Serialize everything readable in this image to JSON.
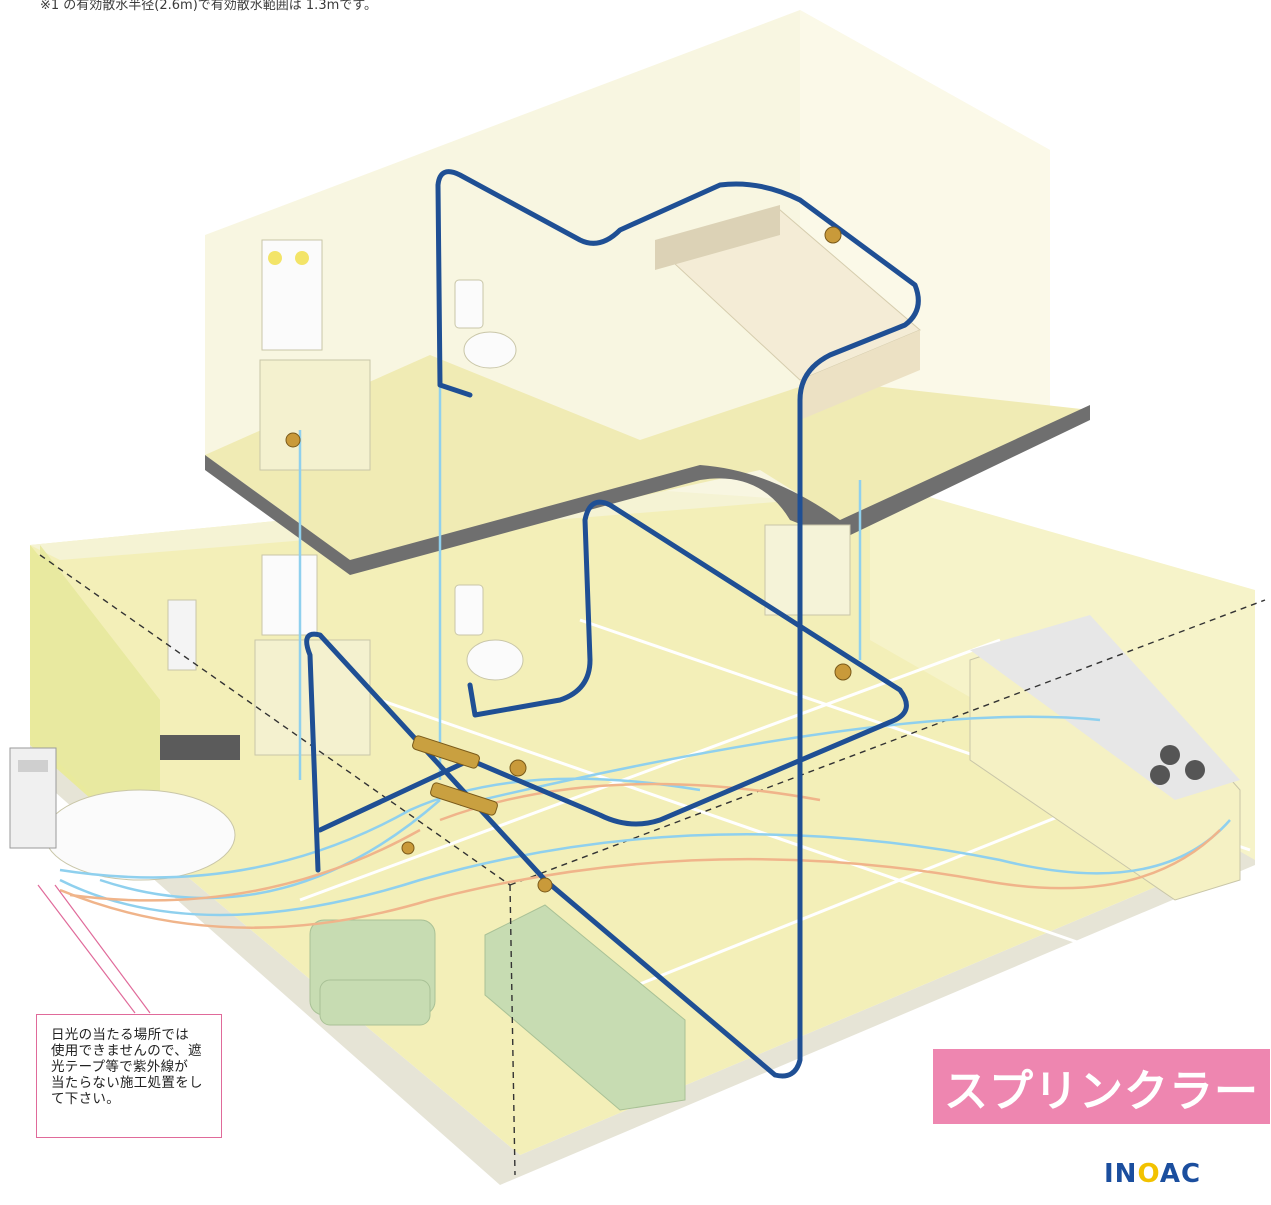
{
  "top_note": "※1 の有効散水半径(2.6m)で有効散水範囲は 1.3mです。",
  "callout": {
    "lines": [
      "日光の当たる場所では",
      "使用できませんので、遮",
      "光テープ等で紫外線が",
      "当たらない施工処置をし",
      "て下さい。"
    ]
  },
  "badge": {
    "label": "スプリンクラー",
    "color": "#ee86b0"
  },
  "brand": {
    "logo_text": "INOAC",
    "color": "#1b4e9e",
    "accent": "#f2c200"
  },
  "colors": {
    "pipe_main": "#1f4f94",
    "pipe_cold": "#8fd0ee",
    "pipe_hot": "#f0b48a",
    "floor": "#f3efb8",
    "wall": "#f7f6dc",
    "slab": "#6f6f6f"
  }
}
